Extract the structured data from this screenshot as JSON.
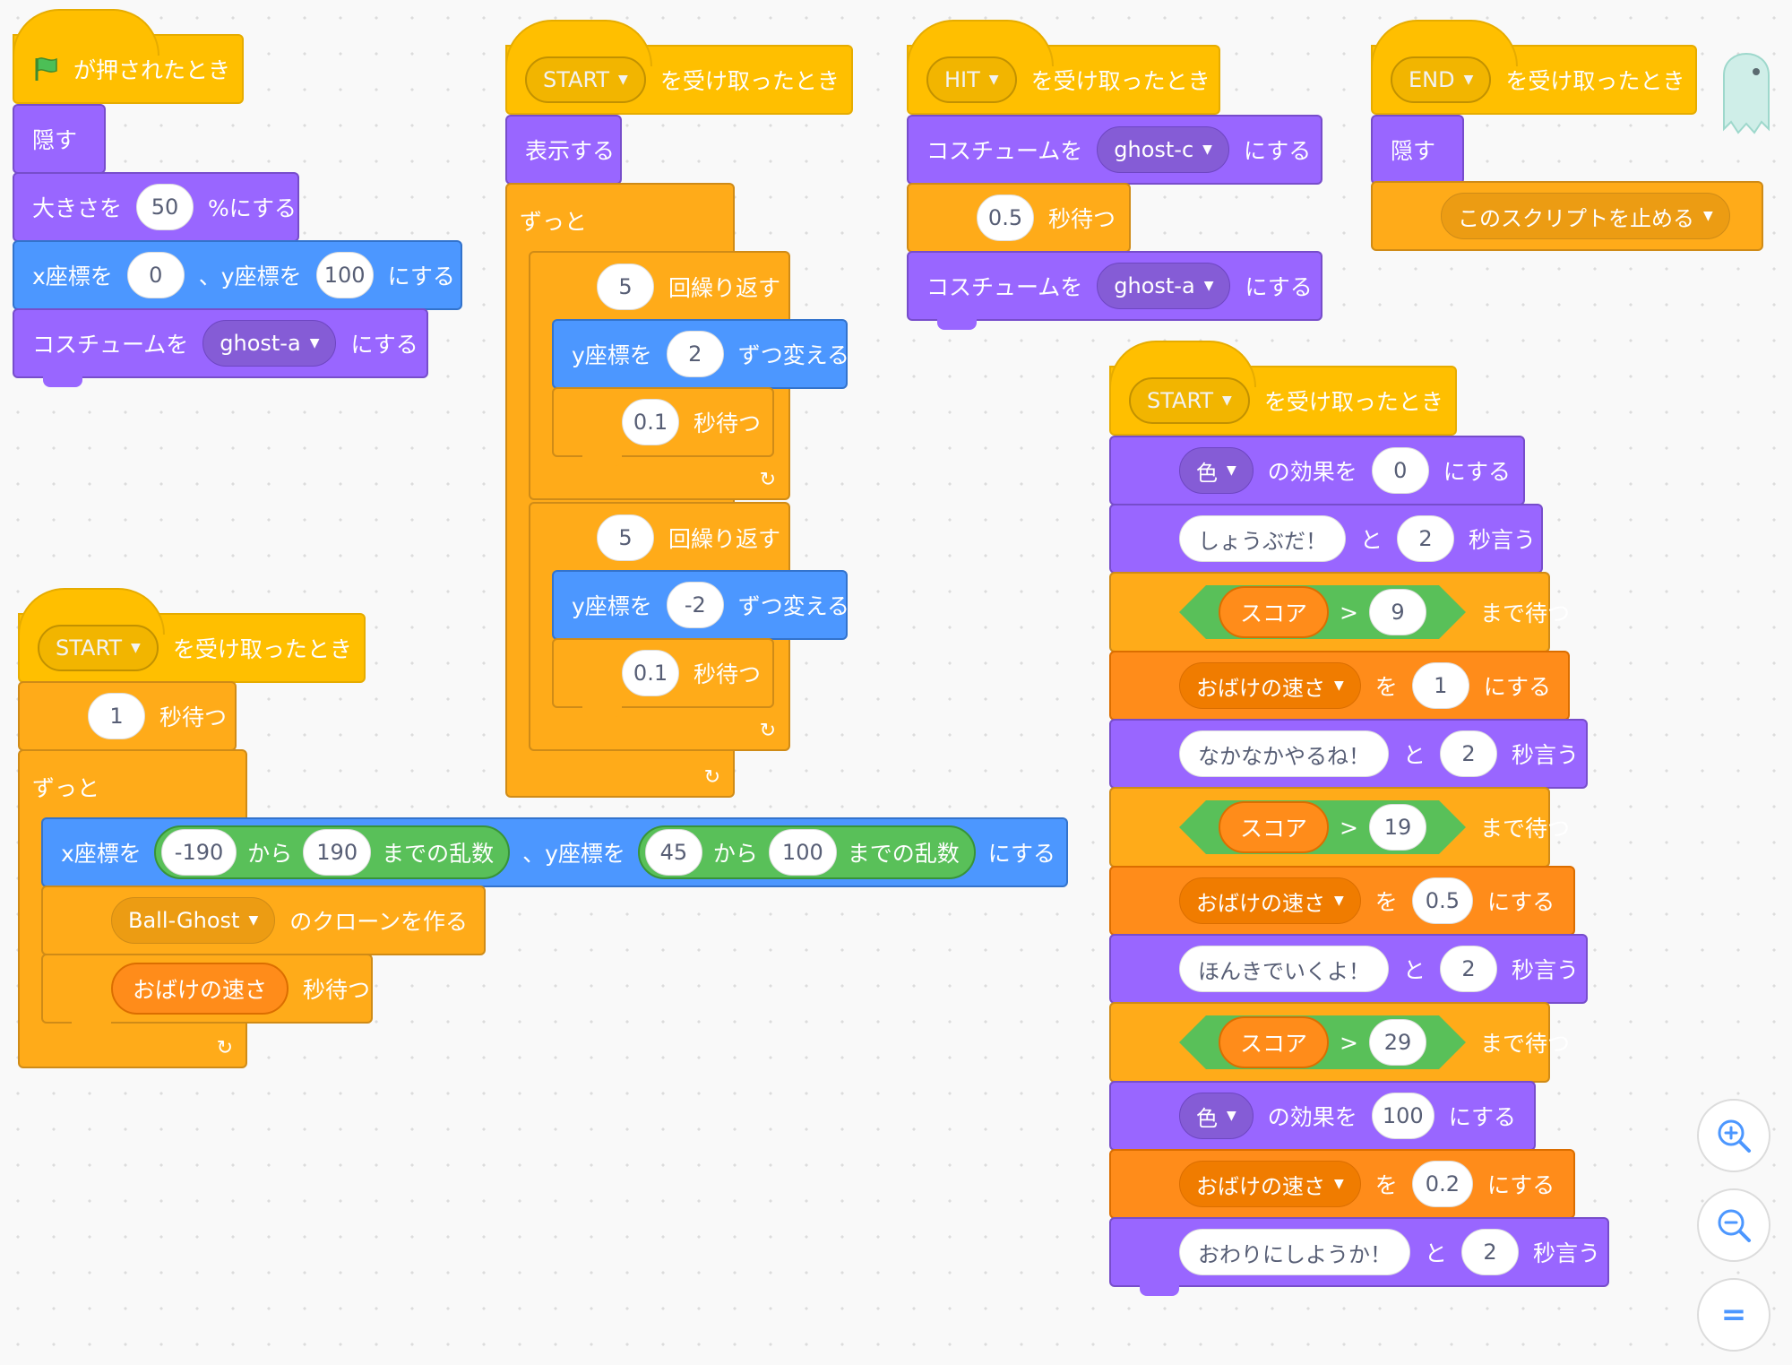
{
  "green_flag": {
    "when": "が押されたとき",
    "hide": "隠す",
    "size_pre": "大きさを",
    "size_val": "50",
    "size_post": "%にする",
    "goto_x": "x座標を",
    "x_val": "0",
    "goto_y": "、y座標を",
    "y_val": "100",
    "goto_post": "にする",
    "costume_pre": "コスチュームを",
    "costume_val": "ghost-a",
    "costume_post": "にする"
  },
  "start1": {
    "msg": "START",
    "recv": "を受け取ったとき",
    "show": "表示する",
    "forever": "ずっと",
    "rep1_val": "5",
    "rep_label": "回繰り返す",
    "chy1_pre": "y座標を",
    "chy1_val": "2",
    "chy_post": "ずつ変える",
    "wait1_val": "0.1",
    "wait_label": "秒待つ",
    "rep2_val": "5",
    "chy2_val": "-2",
    "wait2_val": "0.1"
  },
  "hit": {
    "msg": "HIT",
    "recv": "を受け取ったとき",
    "costume_pre": "コスチュームを",
    "costume1": "ghost-c",
    "costume_post": "にする",
    "wait_val": "0.5",
    "wait_label": "秒待つ",
    "costume2": "ghost-a"
  },
  "end": {
    "msg": "END",
    "recv": "を受け取ったとき",
    "hide": "隠す",
    "stop": "このスクリプトを止める"
  },
  "start2": {
    "msg": "START",
    "recv": "を受け取ったとき",
    "wait_val": "1",
    "wait_label": "秒待つ",
    "forever": "ずっと",
    "goto_x": "x座標を",
    "rx_from": "-190",
    "kara": "から",
    "rx_to": "190",
    "rand": "までの乱数",
    "goto_y": "、y座標を",
    "ry_from": "45",
    "ry_to": "100",
    "goto_post": "にする",
    "clone_val": "Ball-Ghost",
    "clone_label": "のクローンを作る",
    "speed_var": "おばけの速さ"
  },
  "start3": {
    "msg": "START",
    "recv": "を受け取ったとき",
    "effect": "色",
    "effect_pre": "の効果を",
    "effect_val1": "0",
    "effect_post": "にする",
    "say1": "しょうぶだ！",
    "to": "と",
    "secs": "2",
    "say_post": "秒言う",
    "score": "スコア",
    "gt": ">",
    "score1": "9",
    "wait_until": "まで待つ",
    "speed_var": "おばけの速さ",
    "wo": "を",
    "speed1": "1",
    "set_post": "にする",
    "say2": "なかなかやるね！",
    "score2": "19",
    "speed2": "0.5",
    "say3": "ほんきでいくよ！",
    "score3": "29",
    "effect_val2": "100",
    "speed3": "0.2",
    "say4": "おわりにしようか！"
  },
  "zoom": {
    "in": "+",
    "out": "−",
    "reset": "="
  }
}
